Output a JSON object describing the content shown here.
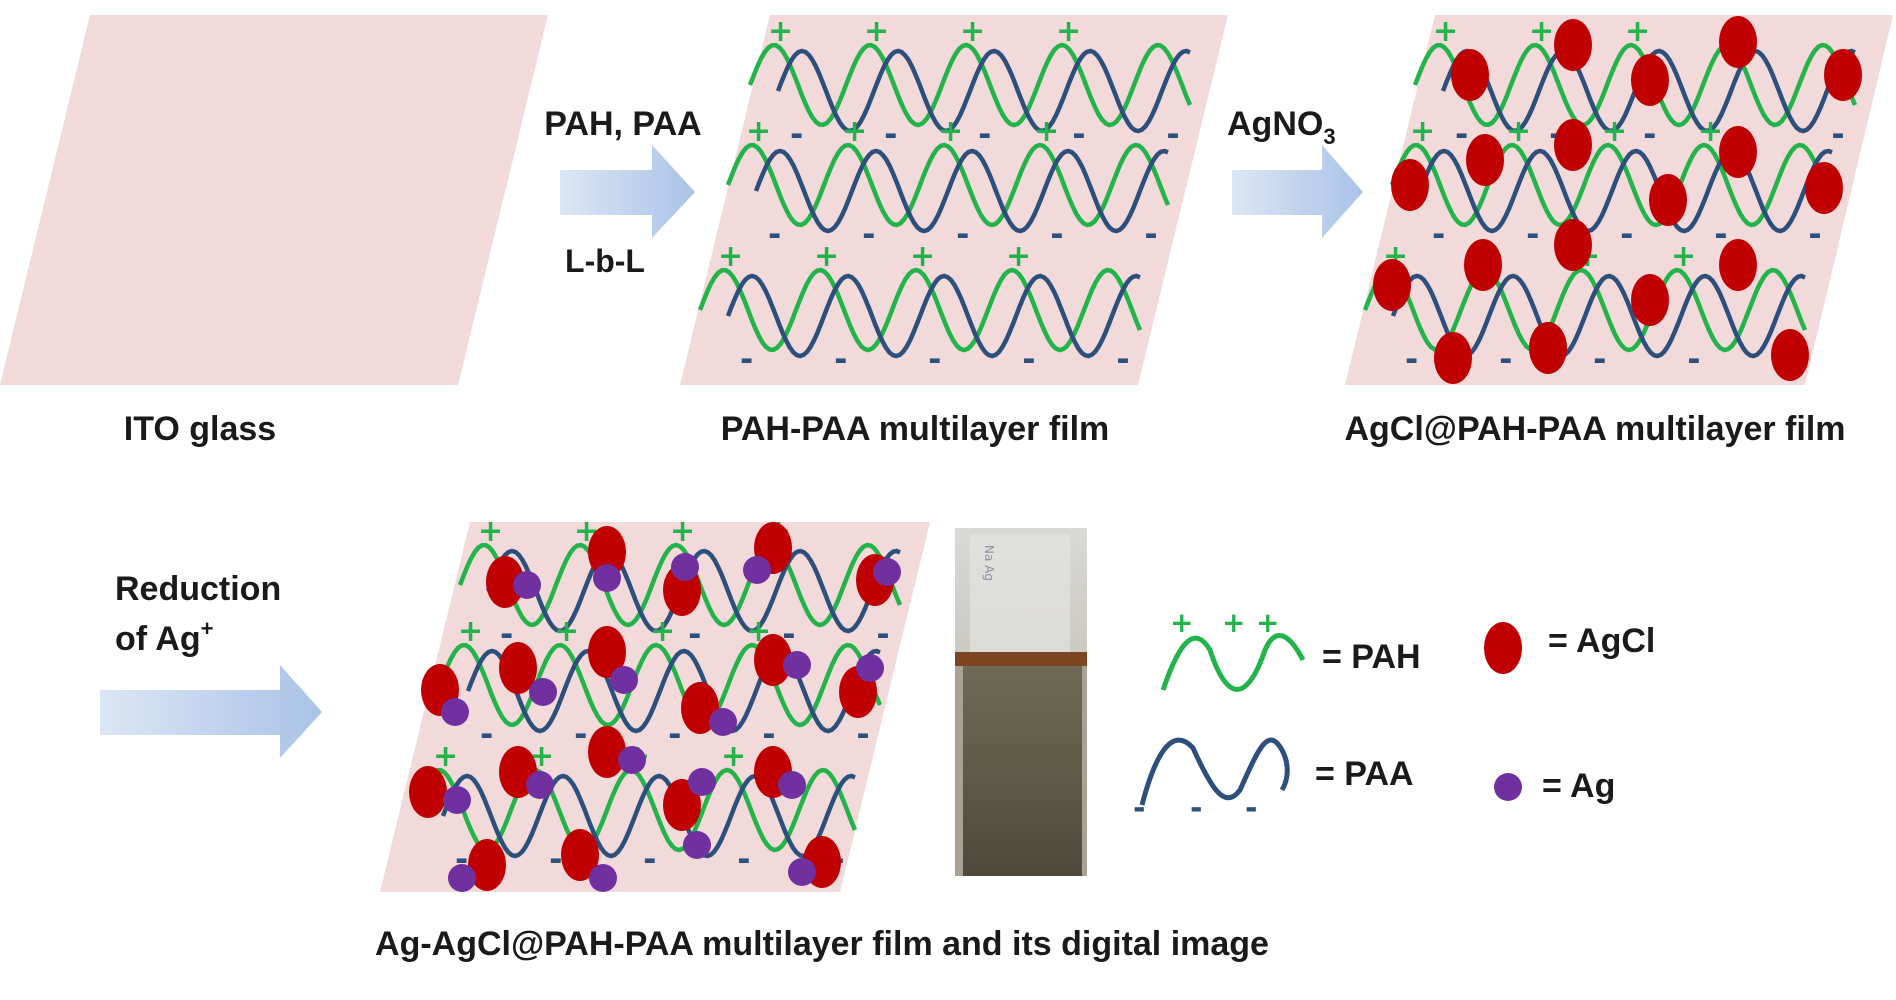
{
  "labels": {
    "ito": "ITO glass",
    "pah_paa_film": "PAH-PAA multilayer film",
    "agcl_film": "AgCl@PAH-PAA multilayer film",
    "ag_agcl_film": "Ag-AgCl@PAH-PAA multilayer film and its digital image"
  },
  "arrows": {
    "step1_top": "PAH, PAA",
    "step1_bottom": "L-b-L",
    "step2_main": "AgNO",
    "step2_sub": "3",
    "step3_line1": "Reduction",
    "step3_line2_main": "of Ag",
    "step3_line2_sup": "+"
  },
  "legend": {
    "pah": "= PAH",
    "paa": "= PAA",
    "agcl": "= AgCl",
    "ag": "= Ag"
  },
  "symbols": {
    "plus": "+",
    "minus": "-"
  },
  "colors": {
    "substrate": "#f2d9da",
    "pah": "#22b34a",
    "paa": "#2d4f7c",
    "agcl": "#c00000",
    "ag": "#7030a0",
    "arrow": "#aec6e8"
  }
}
